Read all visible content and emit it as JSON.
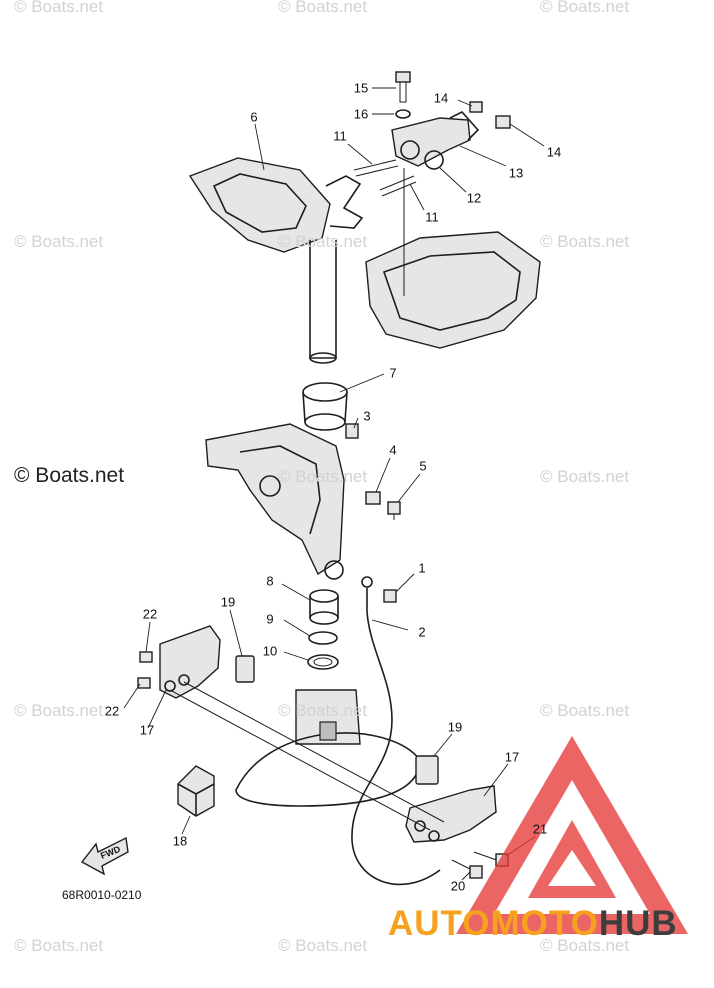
{
  "watermark": {
    "text": "© Boats.net",
    "big_text": "© Boats.net"
  },
  "callouts": [
    {
      "id": "15",
      "label": "15"
    },
    {
      "id": "16",
      "label": "16"
    },
    {
      "id": "14a",
      "label": "14"
    },
    {
      "id": "14b",
      "label": "14"
    },
    {
      "id": "6",
      "label": "6"
    },
    {
      "id": "11a",
      "label": "11"
    },
    {
      "id": "13",
      "label": "13"
    },
    {
      "id": "12",
      "label": "12"
    },
    {
      "id": "11b",
      "label": "11"
    },
    {
      "id": "7",
      "label": "7"
    },
    {
      "id": "3",
      "label": "3"
    },
    {
      "id": "4",
      "label": "4"
    },
    {
      "id": "5",
      "label": "5"
    },
    {
      "id": "1",
      "label": "1"
    },
    {
      "id": "8",
      "label": "8"
    },
    {
      "id": "2",
      "label": "2"
    },
    {
      "id": "9",
      "label": "9"
    },
    {
      "id": "22a",
      "label": "22"
    },
    {
      "id": "19a",
      "label": "19"
    },
    {
      "id": "10",
      "label": "10"
    },
    {
      "id": "22b",
      "label": "22"
    },
    {
      "id": "17a",
      "label": "17"
    },
    {
      "id": "19b",
      "label": "19"
    },
    {
      "id": "17b",
      "label": "17"
    },
    {
      "id": "18",
      "label": "18"
    },
    {
      "id": "21",
      "label": "21"
    },
    {
      "id": "20",
      "label": "20"
    }
  ],
  "fwd_label": "FWD",
  "reference_code": "68R0010-0210",
  "brand": {
    "part1": "AUTOMOTO",
    "part2": "HUB"
  },
  "colors": {
    "line": "#1e1e1e",
    "watermark": "#d2d2d2",
    "brand_orange": "#f6a21e",
    "brand_dark": "#3d3d3d",
    "logo_red": "#e63a3a"
  }
}
